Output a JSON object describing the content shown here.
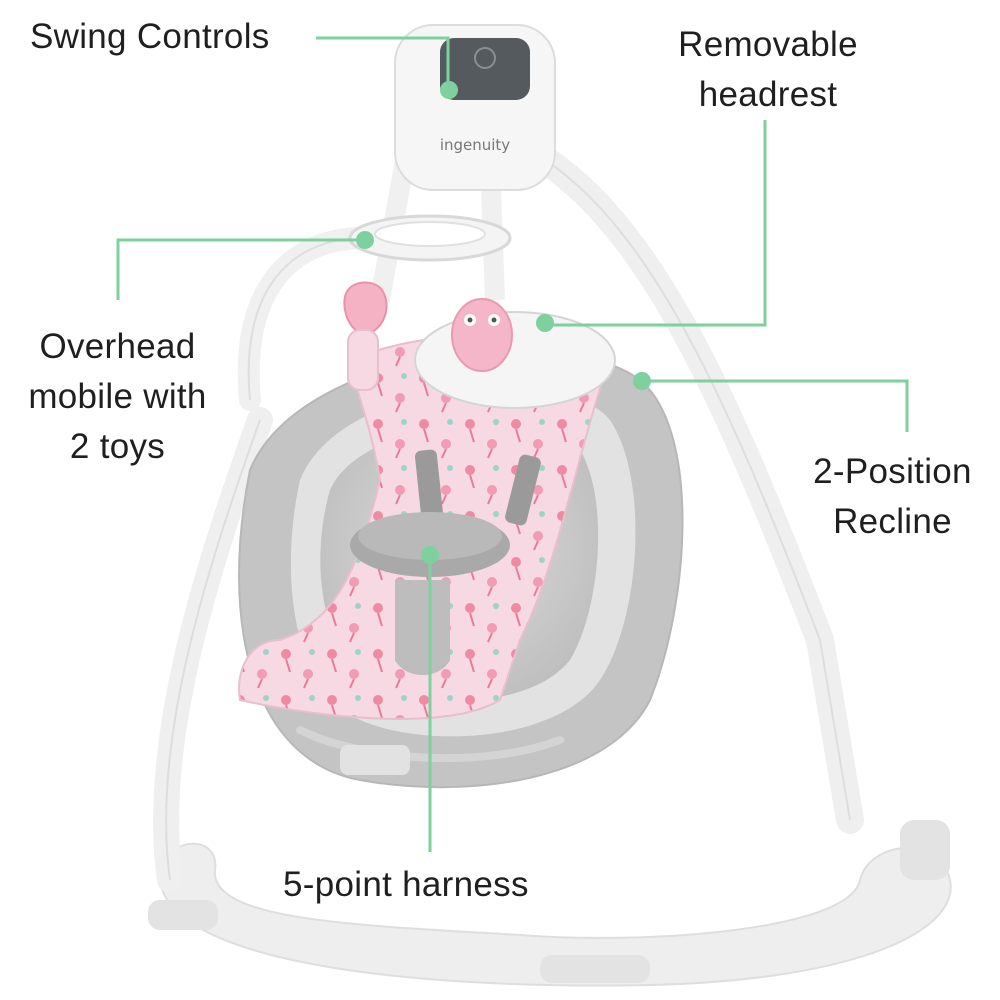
{
  "brand": {
    "logo_text": "ingenuity"
  },
  "colors": {
    "callout": "#7ed19e",
    "frame": "#ececec",
    "cushion_gray": "#c9c9c9",
    "cushion_light": "#e4e4e4",
    "fabric_pink": "#f3cfda",
    "flower_pink": "#ef8aa5",
    "text": "#1f1f1f"
  },
  "callouts": {
    "swing_controls": {
      "lines": [
        "Swing Controls"
      ]
    },
    "removable_headrest": {
      "lines": [
        "Removable",
        "headrest"
      ]
    },
    "overhead_mobile": {
      "lines": [
        "Overhead",
        "mobile with",
        "2 toys"
      ]
    },
    "recline": {
      "lines": [
        "2-Position",
        "Recline"
      ]
    },
    "harness": {
      "lines": [
        "5-point harness"
      ]
    }
  }
}
